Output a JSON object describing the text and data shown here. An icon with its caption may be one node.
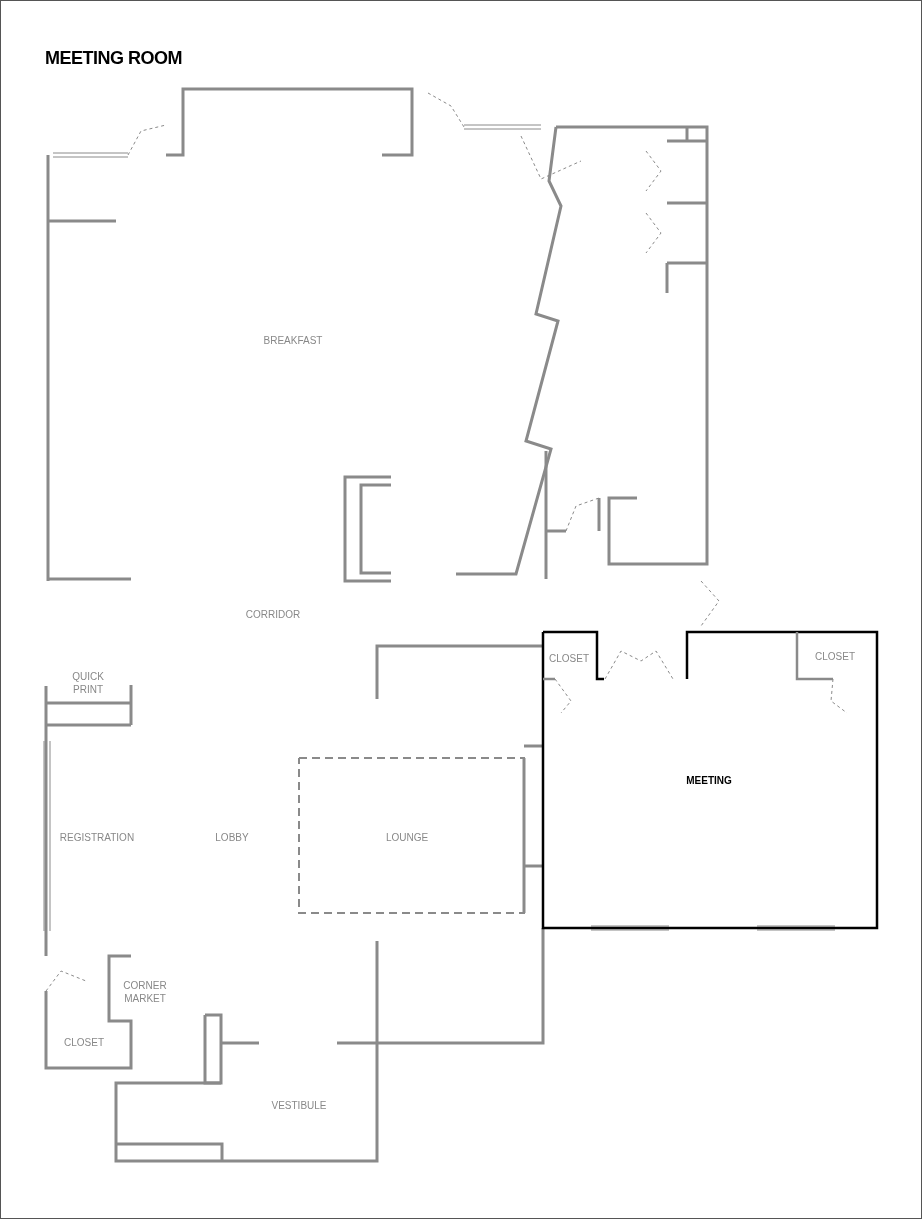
{
  "diagram": {
    "title": "MEETING ROOM",
    "labels": [
      "BREAKFAST",
      "CORRIDOR",
      "QUICK PRINT",
      "CLOSET",
      "CLOSET",
      "MEETING",
      "REGISTRATION",
      "LOBBY",
      "LOUNGE",
      "CORNER MARKET",
      "CLOSET",
      "VESTIBULE"
    ]
  }
}
